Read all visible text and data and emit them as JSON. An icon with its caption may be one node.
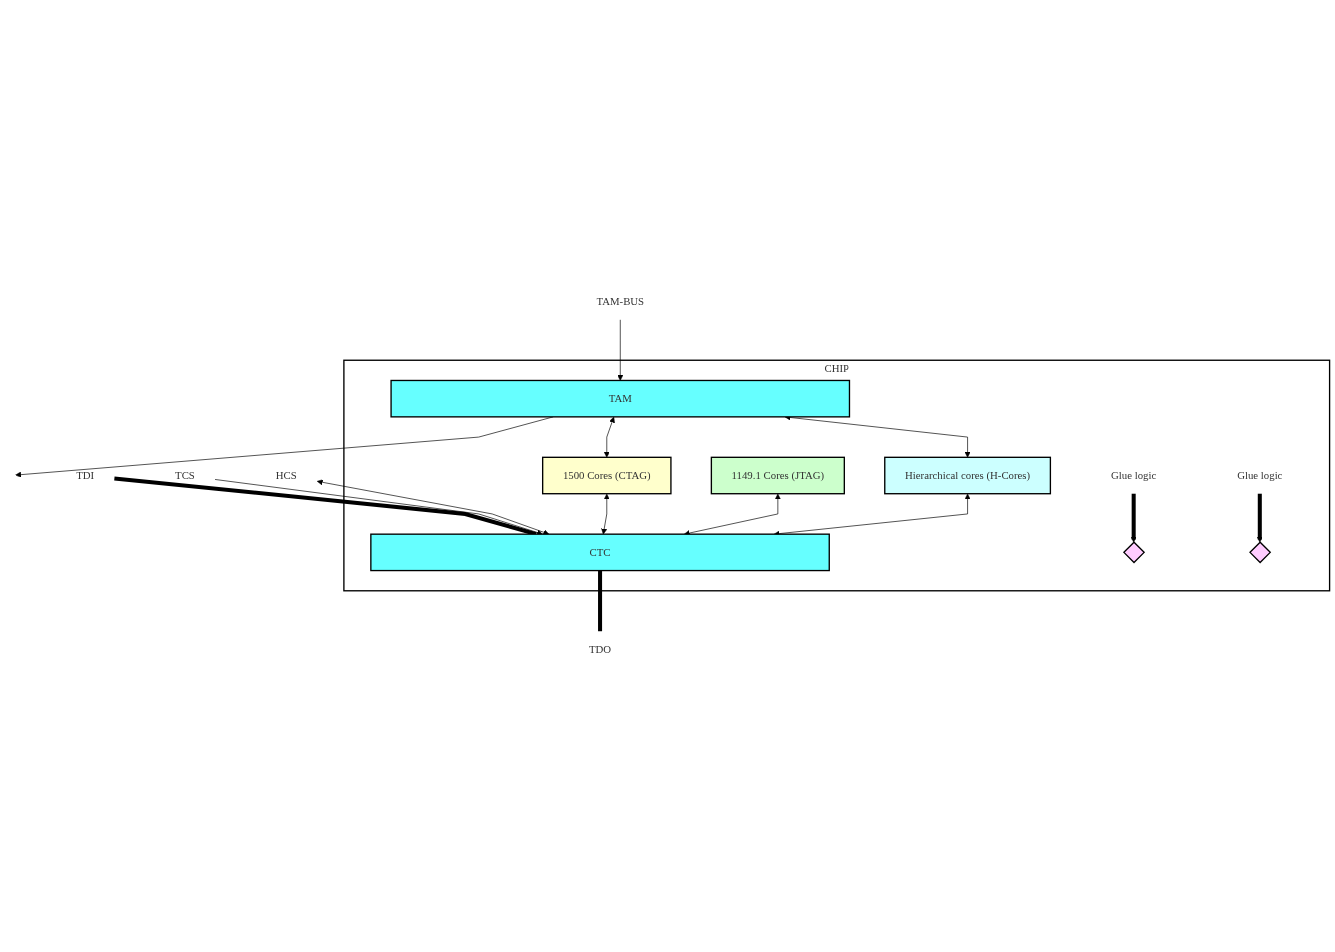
{
  "diagram": {
    "nodes": [
      {
        "text": [
          "CHIP"
        ]
      },
      {
        "text": [
          "TAM"
        ],
        "in": 0
      },
      {
        "text": [
          "1500 Cores (CTAG)"
        ],
        "in": 0
      },
      {
        "text": [
          "1149.1 Cores (JTAG)"
        ],
        "in": 0
      },
      {
        "text": [
          "Hierarchical cores (H-Cores)"
        ],
        "in": 0
      },
      {
        "text": [
          "CTC"
        ],
        "in": 0
      },
      {
        "text": [
          "Glue logic"
        ],
        "in": 0
      },
      {
        "text": [],
        "shape": "diamond",
        "in": 0
      },
      {
        "text": [
          "Glue logic"
        ],
        "in": 0
      },
      {
        "text": [],
        "shape": "diamond",
        "in": 0
      },
      {
        "text": [
          "TAM-BUS"
        ]
      },
      {
        "text": [
          "TDI"
        ]
      },
      {
        "text": [
          "TDO"
        ]
      },
      {
        "text": [
          "TCS"
        ]
      },
      {
        "text": [
          "HCS"
        ]
      }
    ],
    "edges": [
      {
        "from": 10,
        "to": 1,
        "arrow": "to"
      },
      {
        "from": 1,
        "to": null,
        "arrow": "to"
      },
      {
        "from": 1,
        "to": 2,
        "arrow": "both"
      },
      {
        "from": 1,
        "to": 4,
        "arrow": "both"
      },
      {
        "from": 6,
        "to": 7,
        "arrow": "to",
        "style": "thick"
      },
      {
        "from": 8,
        "to": 9,
        "arrow": "to",
        "style": "thick"
      },
      {
        "from": 2,
        "to": 5,
        "arrow": "both"
      },
      {
        "from": 3,
        "to": 5,
        "arrow": "both"
      },
      {
        "from": 4,
        "to": 5,
        "arrow": "both"
      },
      {
        "from": 11,
        "to": 5,
        "arrow": "none",
        "style": "thick"
      },
      {
        "from": 5,
        "to": 12,
        "arrow": "none",
        "style": "thick"
      },
      {
        "from": 13,
        "to": 5,
        "arrow": "to"
      },
      {
        "from": 14,
        "to": 5,
        "arrow": "both"
      }
    ]
  }
}
